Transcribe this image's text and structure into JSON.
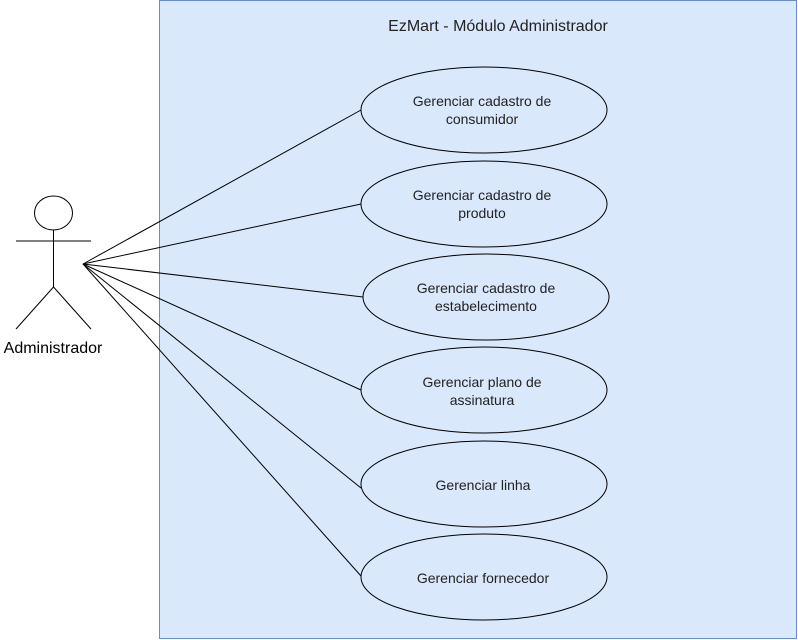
{
  "system": {
    "title": "EzMart - Módulo Administrador"
  },
  "actor": {
    "label": "Administrador"
  },
  "use_cases": [
    {
      "line1": "Gerenciar cadastro de",
      "line2": "consumidor"
    },
    {
      "line1": "Gerenciar cadastro de",
      "line2": "produto"
    },
    {
      "line1": "Gerenciar cadastro de",
      "line2": "estabelecimento"
    },
    {
      "line1": "Gerenciar plano de",
      "line2": "assinatura"
    },
    {
      "line1": "Gerenciar linha",
      "line2": ""
    },
    {
      "line1": "Gerenciar fornecedor",
      "line2": ""
    }
  ],
  "colors": {
    "boundary_fill": "#dae8fc",
    "boundary_stroke": "#6c8ebf",
    "usecase_fill": "#dae8fc",
    "usecase_stroke": "#000000",
    "actor_fill": "#ffffff",
    "line": "#000000"
  }
}
